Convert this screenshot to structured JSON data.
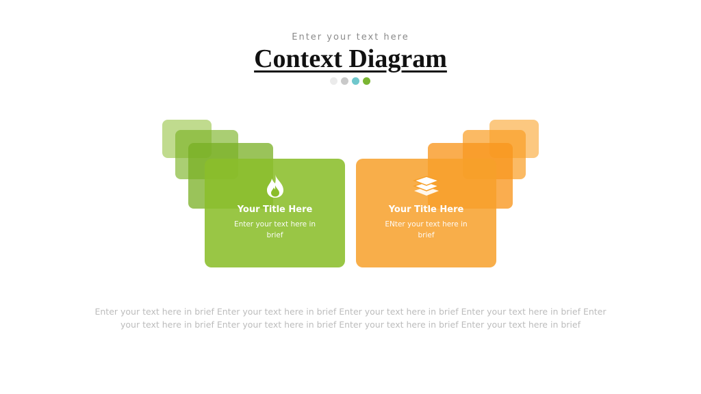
{
  "header": {
    "subtitle": "Enter your text here",
    "title": "Context Diagram",
    "dots": [
      "#ebebeb",
      "#c9c9c9",
      "#6fc7cc",
      "#7ab532"
    ]
  },
  "cards": [
    {
      "icon": "flame-icon",
      "title": "Your Title Here",
      "description": "Enter your text here in brief",
      "color": "#8bbd2b"
    },
    {
      "icon": "layers-icon",
      "title": "Your Title Here",
      "description": "ENter your text here in brief",
      "color": "#f7a02a"
    }
  ],
  "footer": {
    "text": "Enter your text here in brief Enter your text here in brief Enter your text here in brief Enter your text here in brief Enter your text here in brief Enter your text here in brief Enter your text here in brief Enter your text here in brief"
  }
}
